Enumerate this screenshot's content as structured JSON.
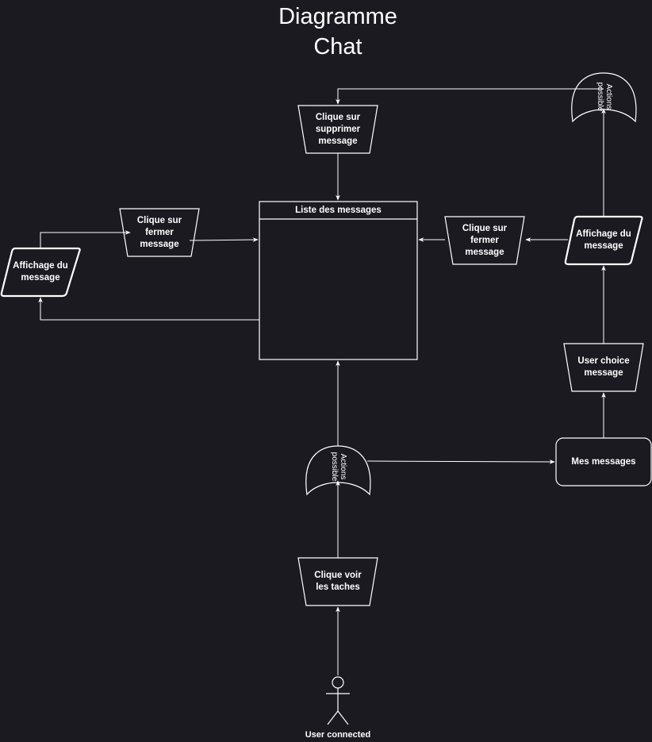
{
  "diagram": {
    "title": "Diagramme\nChat",
    "nodes": {
      "liste_messages": "Liste des messages",
      "supprimer": "Clique sur\nsupprimer\nmessage",
      "fermer_left": "Clique sur\nfermer\nmessage",
      "fermer_right": "Clique sur\nfermer\nmessage",
      "affichage_left": "Affichage du\nmessage",
      "affichage_right": "Affichage du\nmessage",
      "user_choice": "User choice\nmessage",
      "mes_messages": "Mes messages",
      "voir_taches": "Clique voir\nles taches",
      "actions_bottom": "Actions\npossible",
      "actions_top": "Actions\npossible",
      "user": "User connected"
    },
    "colors": {
      "background": "#1b1a21",
      "stroke": "#ffffff",
      "text": "#ffffff"
    }
  }
}
